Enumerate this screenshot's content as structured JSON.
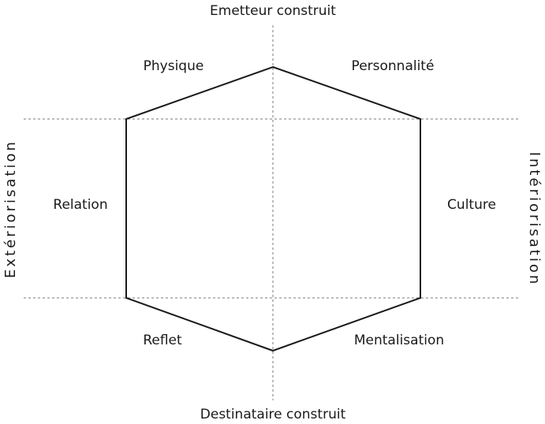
{
  "axes": {
    "top": "Emetteur construit",
    "bottom": "Destinataire construit",
    "left": "Extériorisation",
    "right": "Intériorisation"
  },
  "facets": {
    "physique": "Physique",
    "personnalite": "Personnalité",
    "relation": "Relation",
    "culture": "Culture",
    "reflet": "Reflet",
    "mentalisation": "Mentalisation"
  },
  "colors": {
    "outline": "#1a1a1a",
    "guide": "#7a7a7a"
  }
}
